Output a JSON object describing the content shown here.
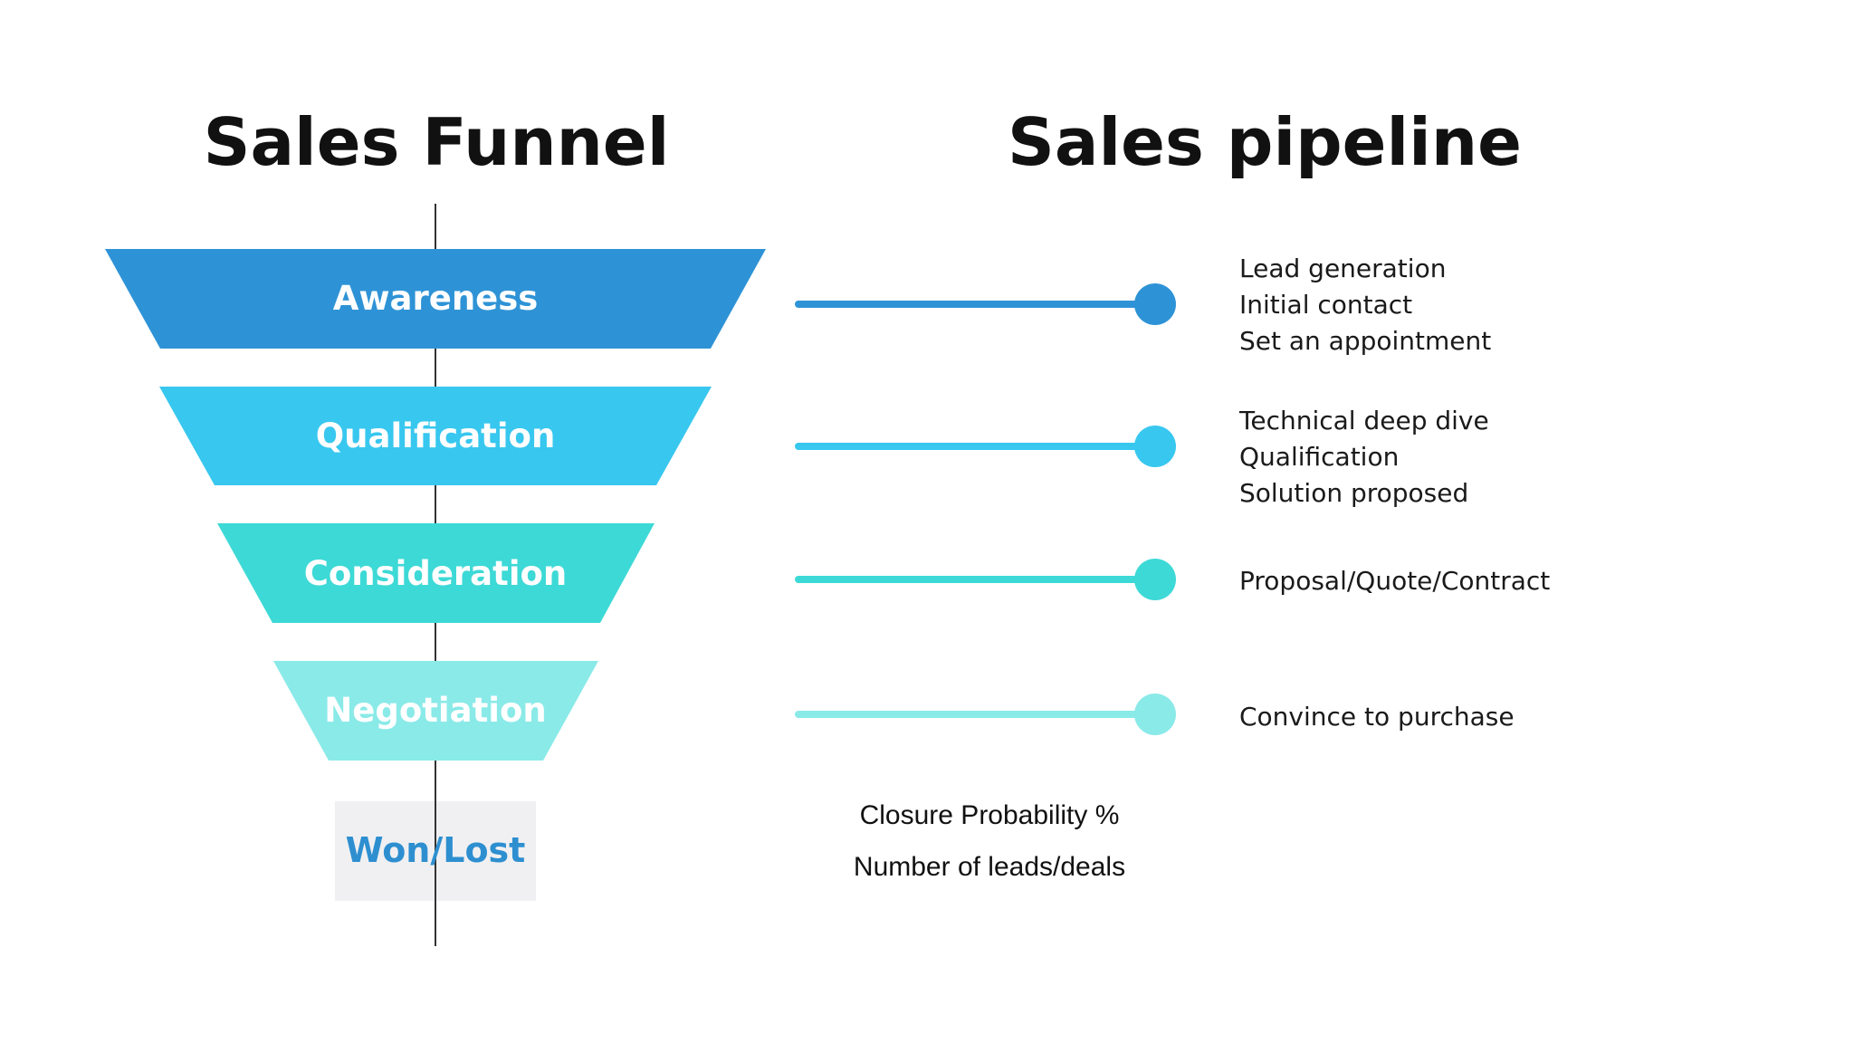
{
  "titles": {
    "funnel": "Sales Funnel",
    "pipeline": "Sales pipeline"
  },
  "colors": {
    "awareness": "#2E93D6",
    "qualification": "#38C7EF",
    "consideration": "#3DD9D6",
    "negotiation": "#8AEAE8",
    "won_lost_text": "#2E8FD0",
    "won_lost_bg": "#F0F0F2",
    "axis": "#333333"
  },
  "stages": [
    {
      "name": "Awareness",
      "color": "#2E93D6",
      "steps": [
        "Lead generation",
        "Initial contact",
        "Set an appointment"
      ]
    },
    {
      "name": "Qualification",
      "color": "#38C7EF",
      "steps": [
        "Technical deep dive",
        "Qualification",
        "Solution proposed"
      ]
    },
    {
      "name": "Consideration",
      "color": "#3DD9D6",
      "steps": [
        "Proposal/Quote/Contract"
      ]
    },
    {
      "name": "Negotiation",
      "color": "#8AEAE8",
      "steps": [
        "Convince to purchase"
      ]
    }
  ],
  "outcome": {
    "label": "Won/Lost"
  },
  "captions": {
    "closure_probability": "Closure Probability %",
    "number_of_leads": "Number of leads/deals"
  }
}
